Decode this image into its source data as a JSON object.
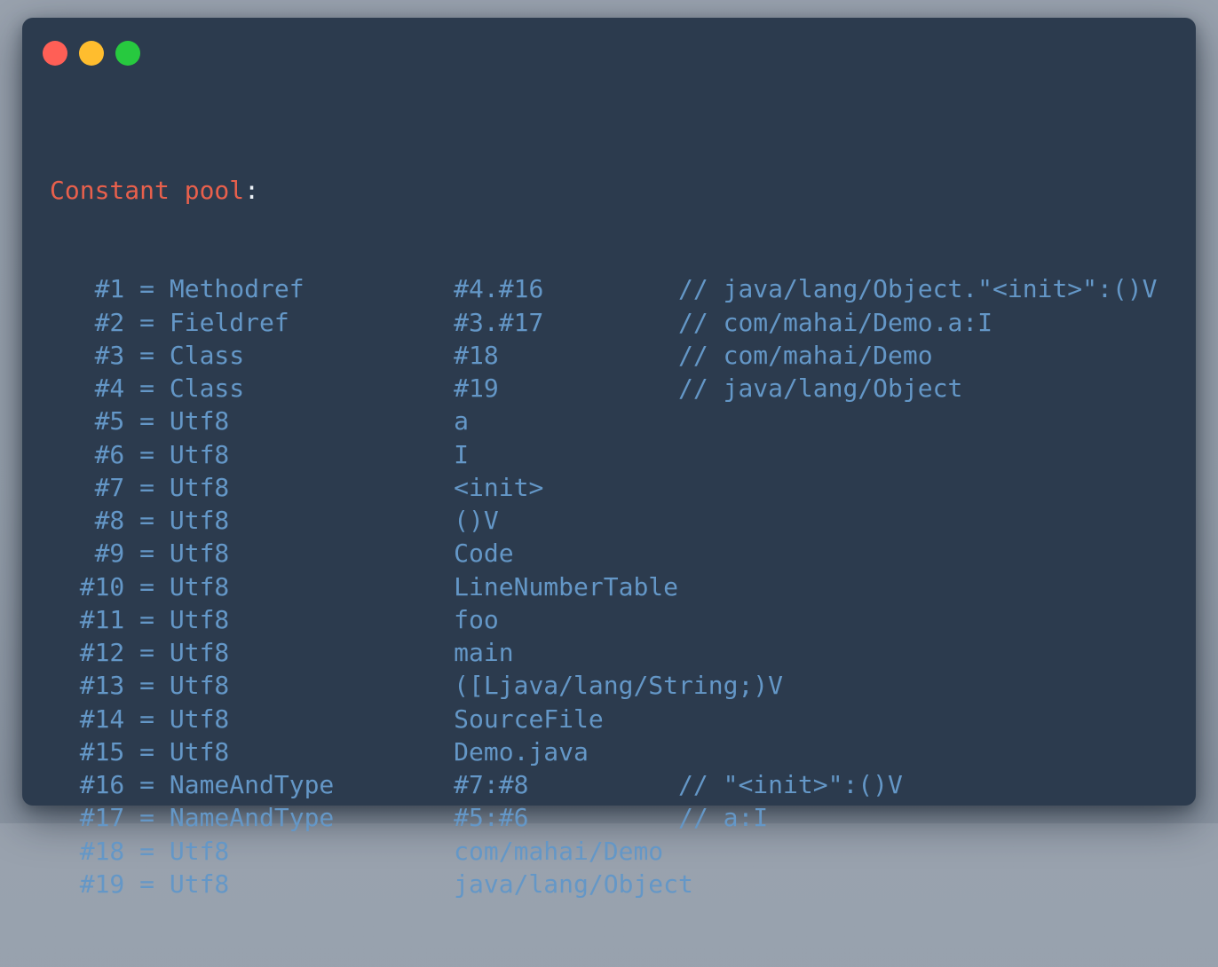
{
  "window": {
    "traffic_lights": [
      {
        "name": "close-button",
        "color": "#ff5f56"
      },
      {
        "name": "minimize-button",
        "color": "#ffbd2e"
      },
      {
        "name": "zoom-button",
        "color": "#27c93f"
      }
    ]
  },
  "terminal": {
    "header": {
      "label": "Constant pool",
      "colon": ":"
    },
    "entries": [
      {
        "index": "#1",
        "type": "Methodref",
        "value": "#4.#16",
        "comment": "java/lang/Object.\"<init>\":()V"
      },
      {
        "index": "#2",
        "type": "Fieldref",
        "value": "#3.#17",
        "comment": "com/mahai/Demo.a:I"
      },
      {
        "index": "#3",
        "type": "Class",
        "value": "#18",
        "comment": "com/mahai/Demo"
      },
      {
        "index": "#4",
        "type": "Class",
        "value": "#19",
        "comment": "java/lang/Object"
      },
      {
        "index": "#5",
        "type": "Utf8",
        "value": "a",
        "comment": null
      },
      {
        "index": "#6",
        "type": "Utf8",
        "value": "I",
        "comment": null
      },
      {
        "index": "#7",
        "type": "Utf8",
        "value": "<init>",
        "comment": null
      },
      {
        "index": "#8",
        "type": "Utf8",
        "value": "()V",
        "comment": null
      },
      {
        "index": "#9",
        "type": "Utf8",
        "value": "Code",
        "comment": null
      },
      {
        "index": "#10",
        "type": "Utf8",
        "value": "LineNumberTable",
        "comment": null
      },
      {
        "index": "#11",
        "type": "Utf8",
        "value": "foo",
        "comment": null
      },
      {
        "index": "#12",
        "type": "Utf8",
        "value": "main",
        "comment": null
      },
      {
        "index": "#13",
        "type": "Utf8",
        "value": "([Ljava/lang/String;)V",
        "comment": null
      },
      {
        "index": "#14",
        "type": "Utf8",
        "value": "SourceFile",
        "comment": null
      },
      {
        "index": "#15",
        "type": "Utf8",
        "value": "Demo.java",
        "comment": null
      },
      {
        "index": "#16",
        "type": "NameAndType",
        "value": "#7:#8",
        "comment": "\"<init>\":()V"
      },
      {
        "index": "#17",
        "type": "NameAndType",
        "value": "#5:#6",
        "comment": "a:I"
      },
      {
        "index": "#18",
        "type": "Utf8",
        "value": "com/mahai/Demo",
        "comment": null
      },
      {
        "index": "#19",
        "type": "Utf8",
        "value": "java/lang/Object",
        "comment": null
      }
    ],
    "colors": {
      "window_background": "#2c3b4e",
      "text_blue": "#6497c7",
      "keyword_salmon": "#e8604c",
      "punctuation_white": "#edf2f8",
      "desktop_background": "#96a0ac"
    }
  }
}
